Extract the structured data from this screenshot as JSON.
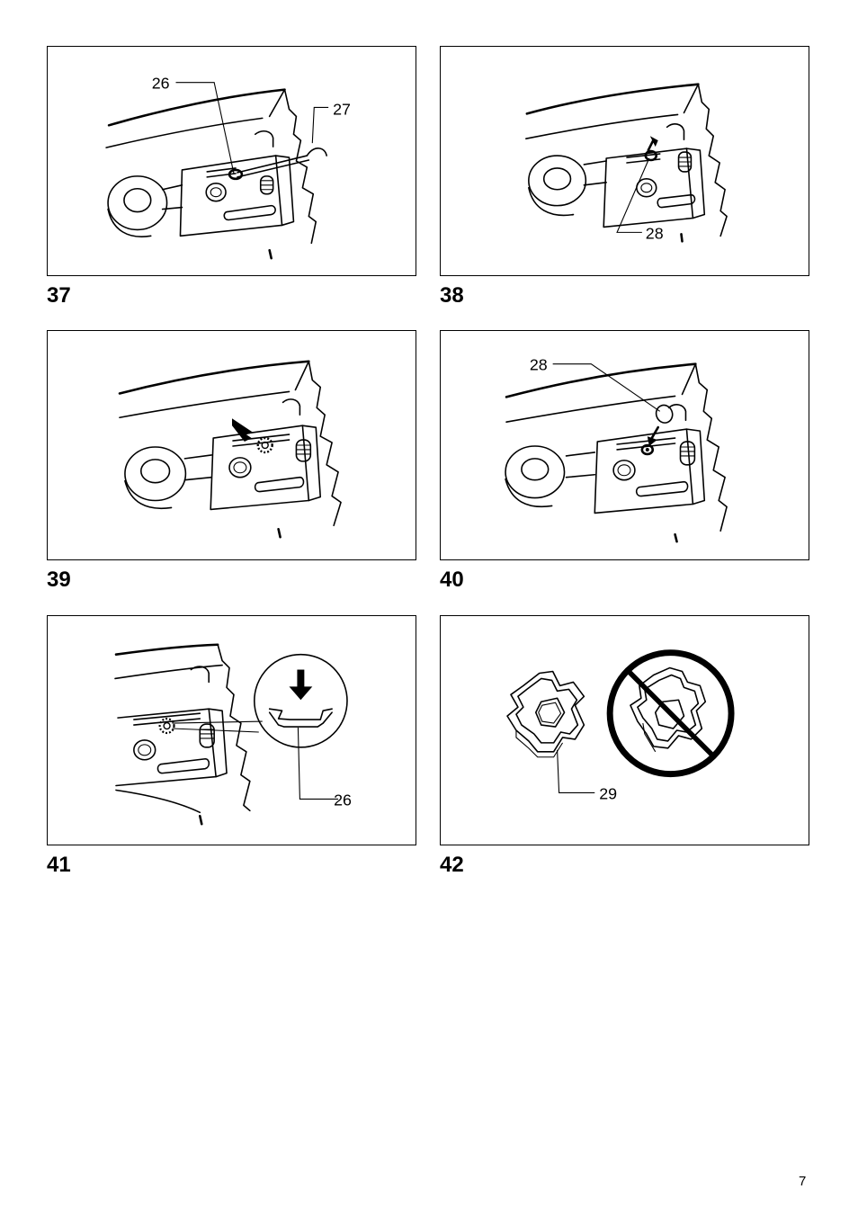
{
  "figures": [
    {
      "number": "37",
      "callouts": [
        "26",
        "27"
      ]
    },
    {
      "number": "38",
      "callouts": [
        "28"
      ]
    },
    {
      "number": "39",
      "callouts": []
    },
    {
      "number": "40",
      "callouts": [
        "28"
      ]
    },
    {
      "number": "41",
      "callouts": [
        "26"
      ]
    },
    {
      "number": "42",
      "callouts": [
        "29"
      ]
    }
  ],
  "page_number": "7"
}
